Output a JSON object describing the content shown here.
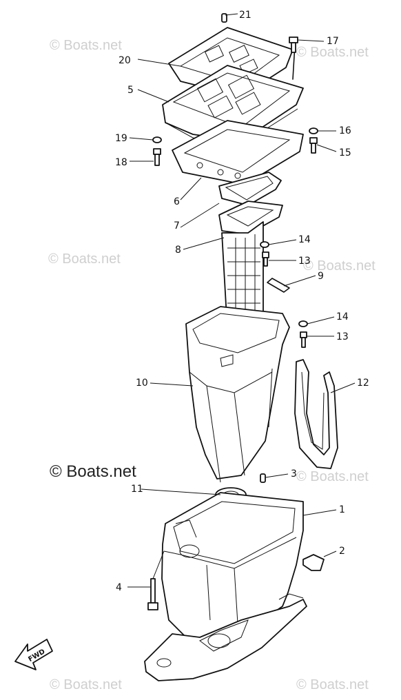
{
  "watermarks": {
    "main": "© Boats.net",
    "faint": "© Boats.net"
  },
  "fwd_label": "FWD",
  "callouts": [
    {
      "id": "21",
      "label": "21"
    },
    {
      "id": "17",
      "label": "17"
    },
    {
      "id": "20",
      "label": "20"
    },
    {
      "id": "5",
      "label": "5"
    },
    {
      "id": "16",
      "label": "16"
    },
    {
      "id": "19",
      "label": "19"
    },
    {
      "id": "15",
      "label": "15"
    },
    {
      "id": "18",
      "label": "18"
    },
    {
      "id": "6",
      "label": "6"
    },
    {
      "id": "7",
      "label": "7"
    },
    {
      "id": "8",
      "label": "8"
    },
    {
      "id": "14a",
      "label": "14"
    },
    {
      "id": "13a",
      "label": "13"
    },
    {
      "id": "9",
      "label": "9"
    },
    {
      "id": "14b",
      "label": "14"
    },
    {
      "id": "13b",
      "label": "13"
    },
    {
      "id": "10",
      "label": "10"
    },
    {
      "id": "12",
      "label": "12"
    },
    {
      "id": "3",
      "label": "3"
    },
    {
      "id": "11",
      "label": "11"
    },
    {
      "id": "1",
      "label": "1"
    },
    {
      "id": "2",
      "label": "2"
    },
    {
      "id": "4",
      "label": "4"
    }
  ]
}
